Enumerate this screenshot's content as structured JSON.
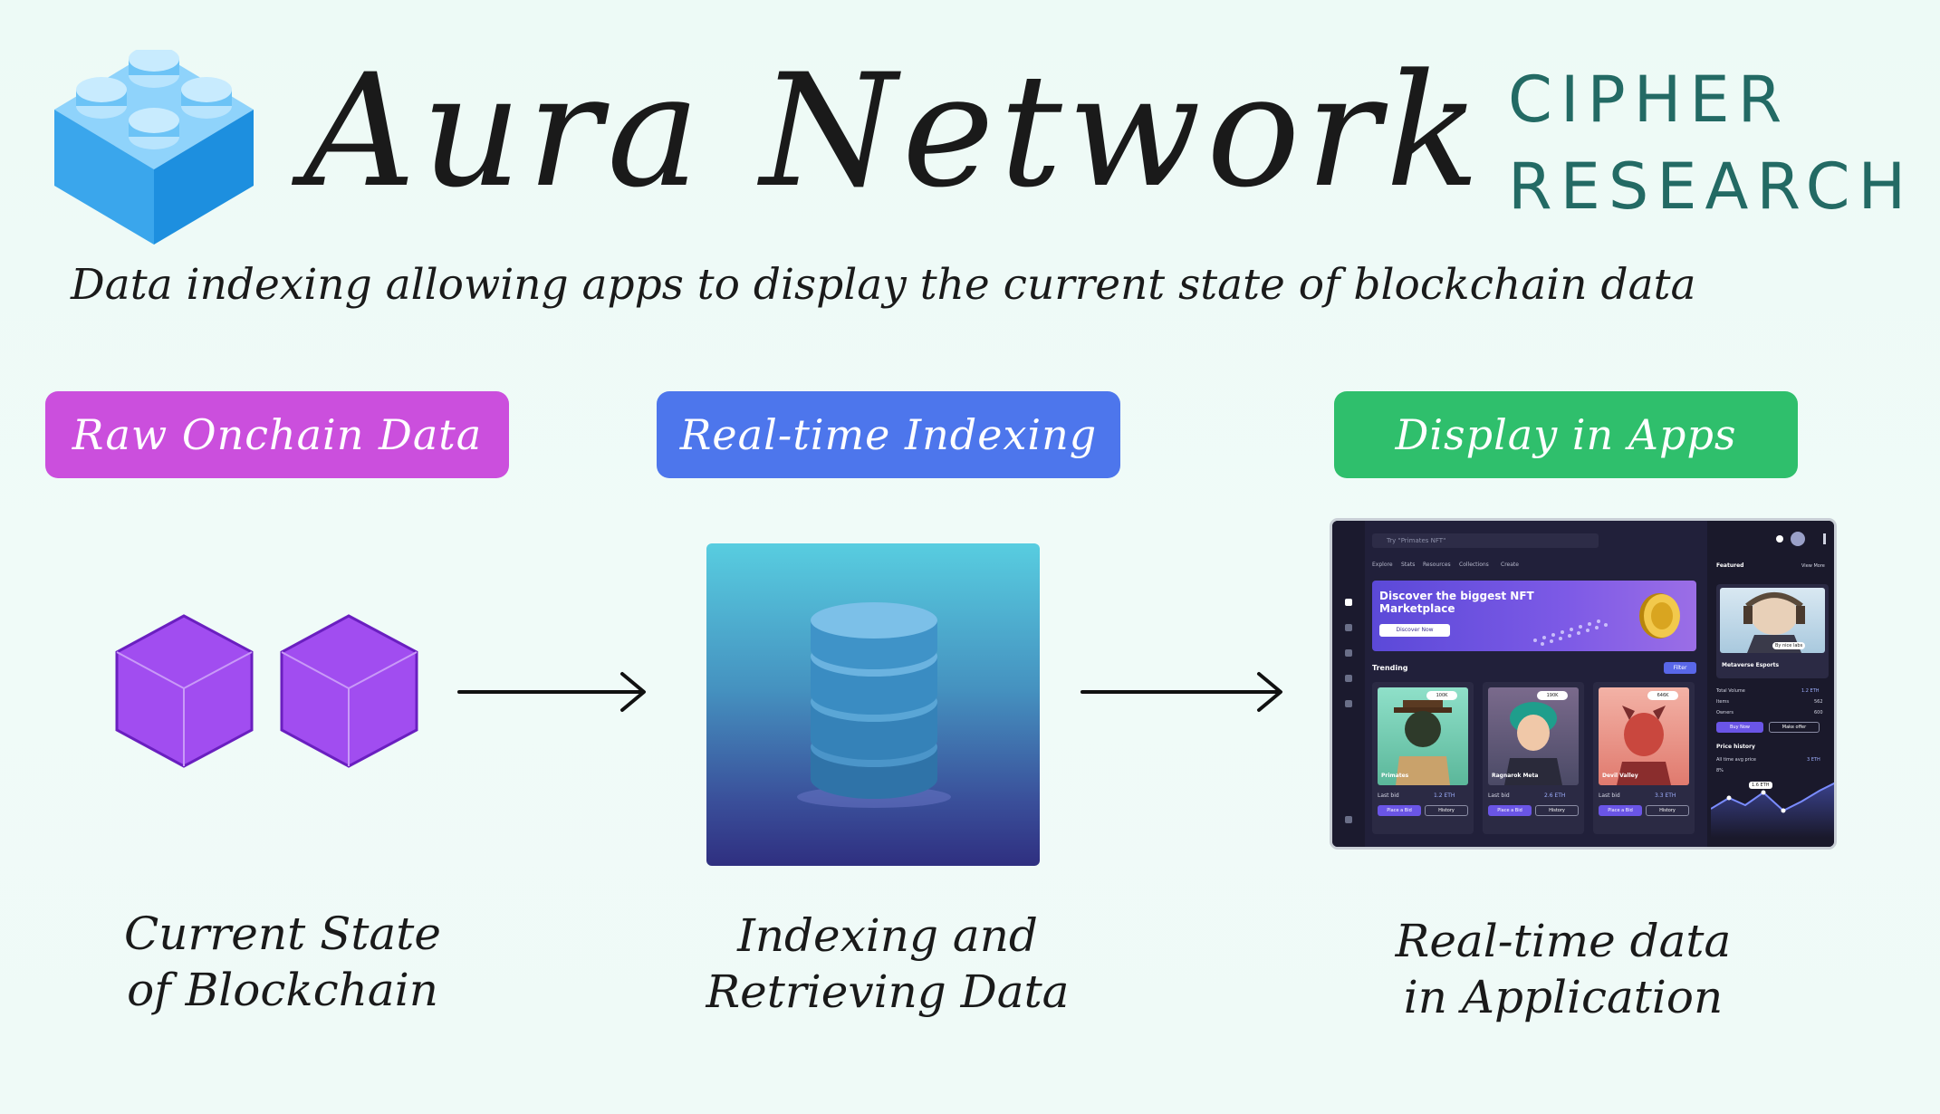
{
  "header": {
    "title": "Aura Network",
    "brand_line1": "CIPHER",
    "brand_line2": "RESEARCH",
    "subtitle": "Data indexing allowing apps to display the current state of blockchain data"
  },
  "stages": [
    {
      "label": "Raw Onchain Data",
      "color": "#cb4fdd",
      "caption_line1": "Current State",
      "caption_line2": "of Blockchain"
    },
    {
      "label": "Real-time Indexing",
      "color": "#4d76ec",
      "caption_line1": "Indexing and",
      "caption_line2": "Retrieving Data"
    },
    {
      "label": "Display in Apps",
      "color": "#2fbf6c",
      "caption_line1": "Real-time data",
      "caption_line2": "in Application"
    }
  ],
  "icons": {
    "logo": "lego-brick-icon",
    "cube": "cube-icon",
    "database": "database-icon",
    "arrow": "arrow-right-icon"
  },
  "colors": {
    "cube_fill": "#a14df0",
    "cube_stroke": "#6a1fc0",
    "logo_blue": "#3aa6ec",
    "brand_text": "#236a64"
  },
  "app_mockup": {
    "search_placeholder": "Try \"Primates NFT\"",
    "nav_tabs": [
      "Explore",
      "Stats",
      "Resources",
      "Collections",
      "Create"
    ],
    "banner_title": "Discover the biggest NFT Marketplace",
    "banner_button": "Discover Now",
    "trending_label": "Trending",
    "filter_button": "Filter",
    "cards": [
      {
        "name": "Primates",
        "views": "100K",
        "bid_label": "Last bid",
        "price": "1.2 ETH",
        "place": "Place a Bid",
        "history": "History"
      },
      {
        "name": "Ragnarok Meta",
        "views": "190K",
        "bid_label": "Last bid",
        "price": "2.6 ETH",
        "place": "Place a Bid",
        "history": "History"
      },
      {
        "name": "Devil Valley",
        "views": "646K",
        "bid_label": "Last bid",
        "price": "3.3 ETH",
        "place": "Place a Bid",
        "history": "History"
      }
    ],
    "featured": {
      "label": "Featured",
      "view_more": "View More",
      "creator": "By nice labs",
      "collection": "Metaverse Esports",
      "total_volume_label": "Total Volume",
      "total_volume": "1.2 ETH",
      "items_label": "Items",
      "items": "562",
      "owners_label": "Owners",
      "owners": "600",
      "buy_now": "Buy Now",
      "make_offer": "Make offer",
      "price_history": "Price history",
      "avg_label": "All time avg price",
      "avg_value": "3 ETH",
      "change": "8%",
      "tooltip": "1.6 ETH"
    }
  }
}
